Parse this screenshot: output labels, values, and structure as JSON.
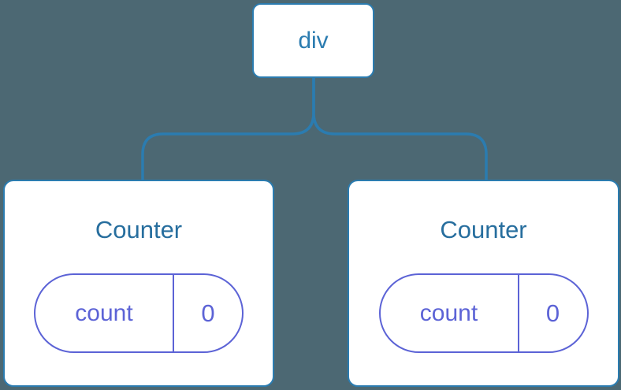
{
  "theme": {
    "bg": "#4C6873",
    "line": "#2B7CB0",
    "title": "#276E9E",
    "purple": "#5C63D6",
    "card-bg": "#ffffff"
  },
  "tree": {
    "root": {
      "label": "div"
    },
    "children": [
      {
        "title": "Counter",
        "state": {
          "key": "count",
          "value": "0"
        }
      },
      {
        "title": "Counter",
        "state": {
          "key": "count",
          "value": "0"
        }
      }
    ]
  }
}
